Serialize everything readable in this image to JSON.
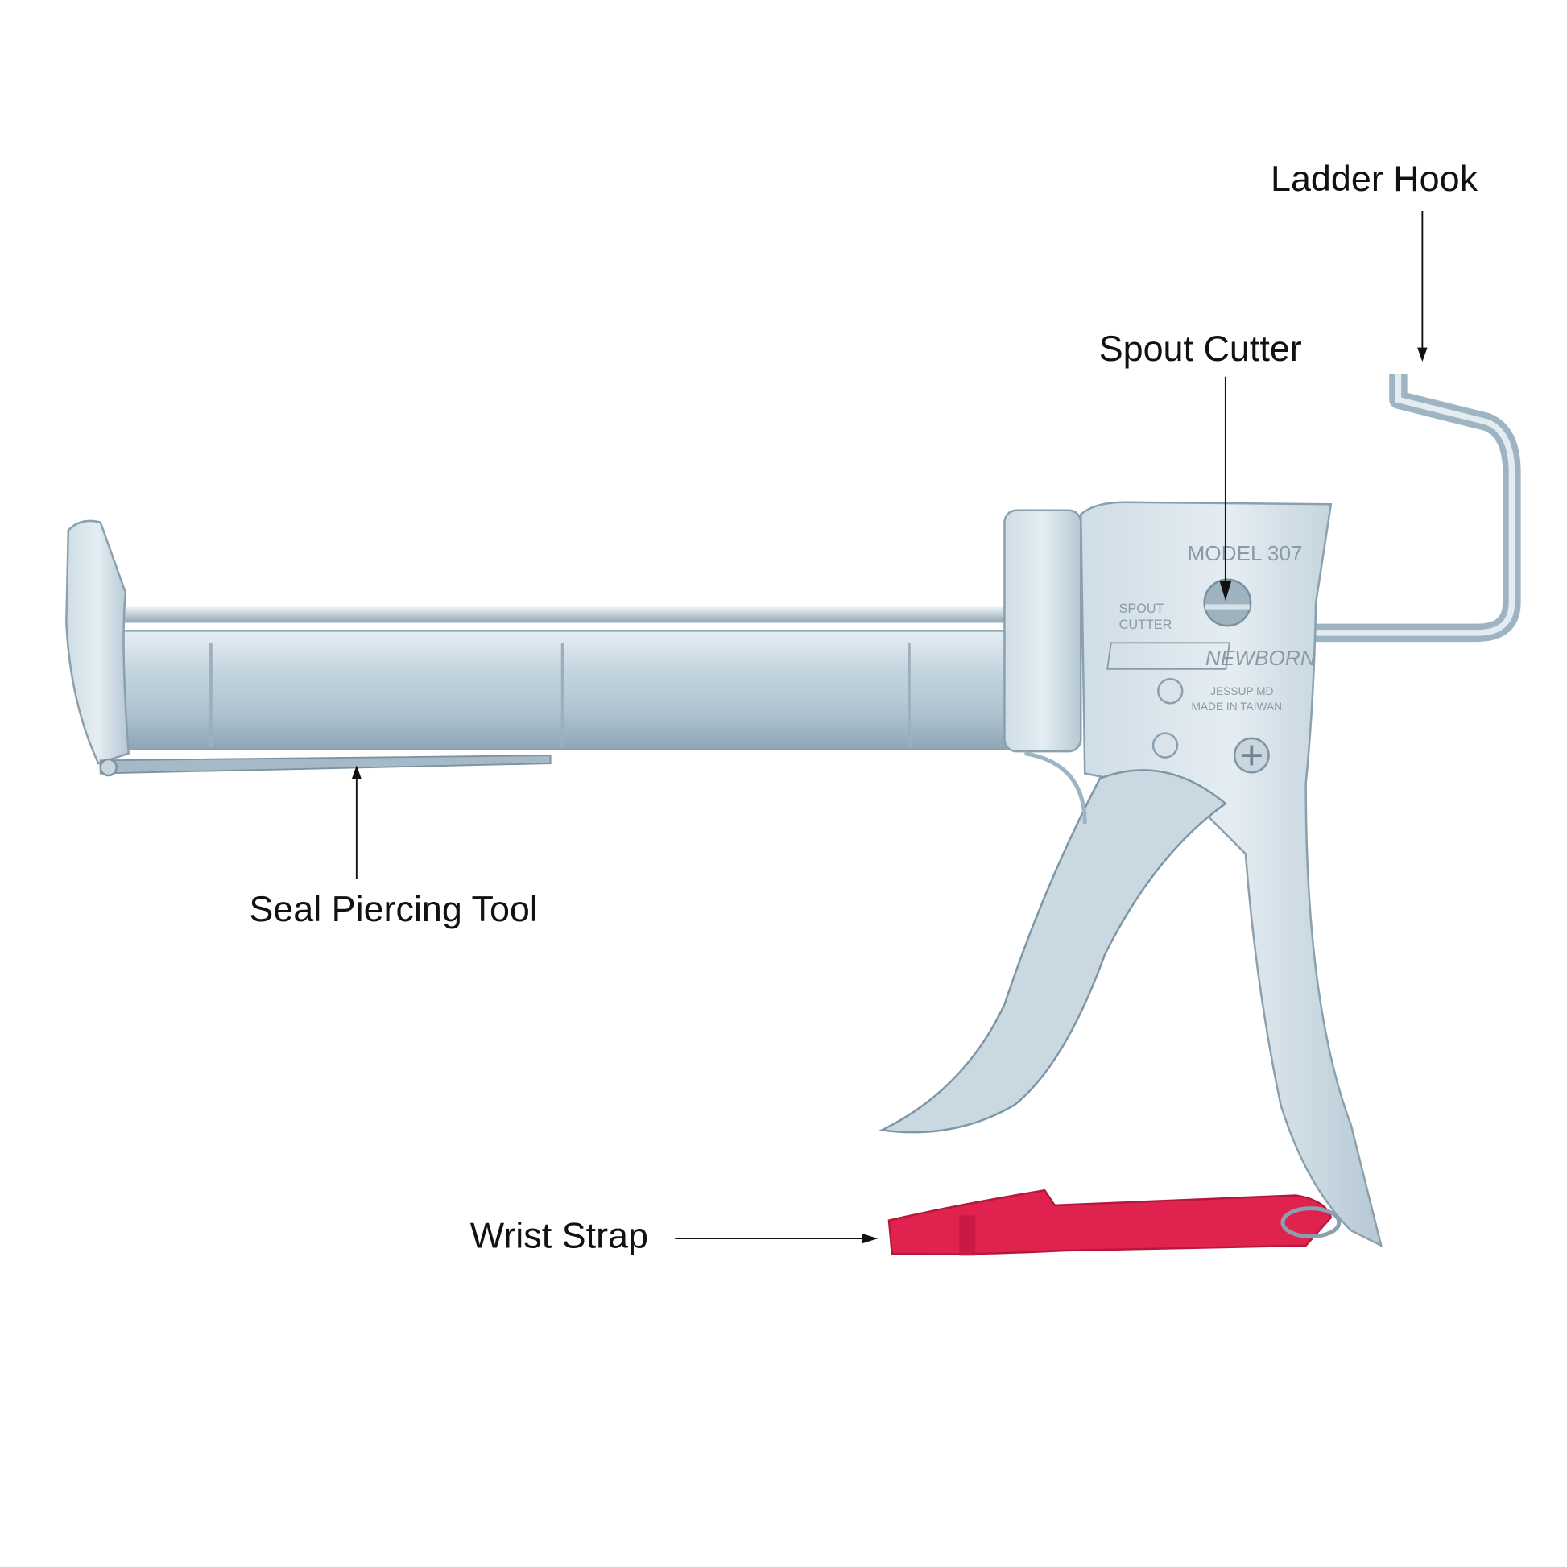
{
  "labels": {
    "ladder_hook": "Ladder Hook",
    "spout_cutter": "Spout Cutter",
    "seal_piercing_tool": "Seal Piercing Tool",
    "wrist_strap": "Wrist Strap"
  },
  "stamps": {
    "model": "MODEL 307",
    "spout": "SPOUT",
    "cutter": "CUTTER",
    "brand": "NEWBORN",
    "location": "JESSUP MD",
    "made_in": "MADE IN TAIWAN"
  },
  "colors": {
    "metal": "#b9cbd6",
    "metal_dark": "#7f96a6",
    "strap": "#e0224f"
  }
}
